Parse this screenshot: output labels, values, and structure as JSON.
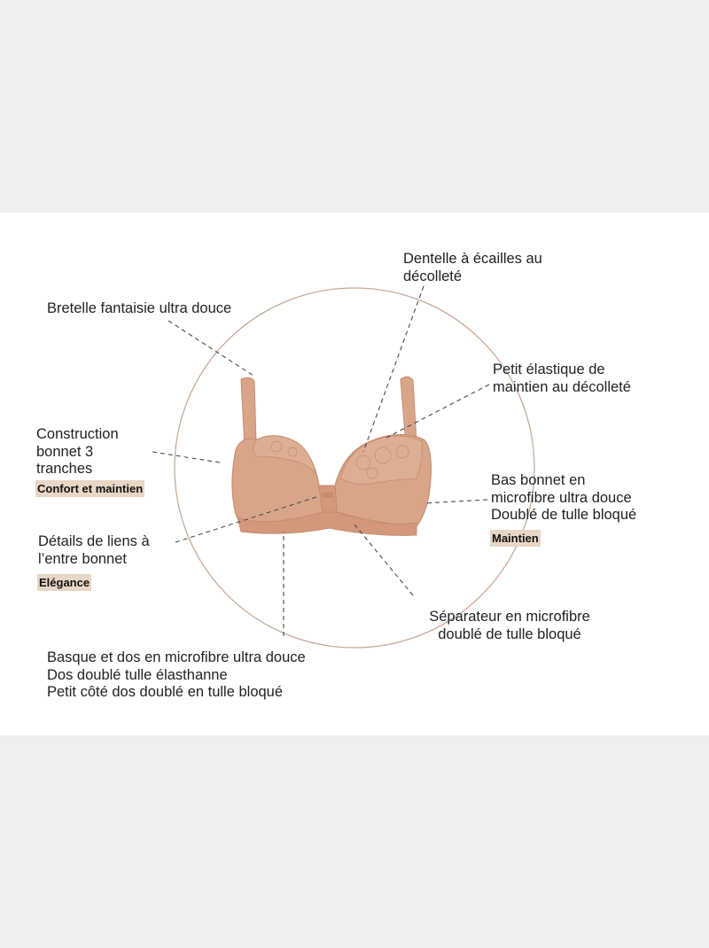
{
  "colors": {
    "page_background": "#efefef",
    "panel_background": "#ffffff",
    "circle_stroke": "#c9a99a",
    "leader_line": "#4a4a4a",
    "badge_fill": "#e8d7c6",
    "bra_fabric": "#d9a588",
    "bra_shadow": "#c58c6e",
    "lace": "#dcae93"
  },
  "labels": {
    "strap": [
      "Bretelle fantaisie ultra douce"
    ],
    "lace": [
      "Dentelle à écailles au",
      "décolleté"
    ],
    "elastic": [
      "Petit élastique de",
      "maintien au décolleté"
    ],
    "construction": [
      "Construction",
      "bonnet 3",
      "tranches"
    ],
    "lower_cup": [
      "Bas bonnet en",
      "microfibre ultra douce",
      "Doublé de tulle bloqué"
    ],
    "ties": [
      "Détails de liens à",
      "l’entre bonnet"
    ],
    "separator": [
      "Séparateur en microfibre",
      "doublé de tulle bloqué"
    ],
    "band": [
      "Basque et dos en microfibre ultra douce",
      "Dos doublé tulle élasthanne",
      "Petit côté dos doublé en tulle bloqué"
    ]
  },
  "badges": {
    "construction": "Confort et maintien",
    "lower_cup": "Maintien",
    "ties": "Elégance"
  },
  "product_image": "underwire-bra-with-lace-illustration"
}
